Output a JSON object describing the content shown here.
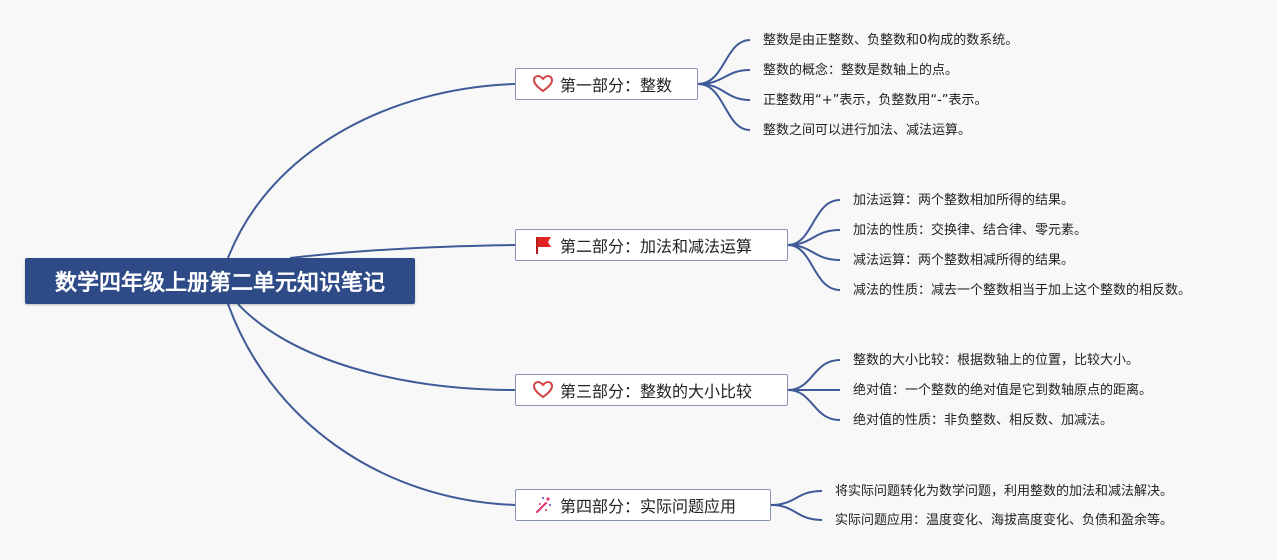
{
  "root": {
    "title": "数学四年级上册第二单元知识笔记"
  },
  "branches": [
    {
      "label": "第一部分：整数",
      "icon": "heart-icon",
      "items": [
        "整数是由正整数、负整数和0构成的数系统。",
        "整数的概念：整数是数轴上的点。",
        "正整数用“+”表示，负整数用“-”表示。",
        "整数之间可以进行加法、减法运算。"
      ]
    },
    {
      "label": "第二部分：加法和减法运算",
      "icon": "red-flag-icon",
      "items": [
        "加法运算：两个整数相加所得的结果。",
        "加法的性质：交换律、结合律、零元素。",
        "减法运算：两个整数相减所得的结果。",
        "减法的性质：减去一个整数相当于加上这个整数的相反数。"
      ]
    },
    {
      "label": "第三部分：整数的大小比较",
      "icon": "heart-icon",
      "items": [
        "整数的大小比较：根据数轴上的位置，比较大小。",
        "绝对值：一个整数的绝对值是它到数轴原点的距离。",
        "绝对值的性质：非负整数、相反数、加减法。"
      ]
    },
    {
      "label": "第四部分：实际问题应用",
      "icon": "sparkle-icon",
      "items": [
        "将实际问题转化为数学问题，利用整数的加法和减法解决。",
        "实际问题应用：温度变化、海拔高度变化、负债和盈余等。"
      ]
    }
  ],
  "colors": {
    "root_bg": "#2e4a87",
    "connector": "#3f5a96",
    "heart": "#d64545",
    "flag": "#e02424",
    "sparkle": "#e0336b"
  }
}
